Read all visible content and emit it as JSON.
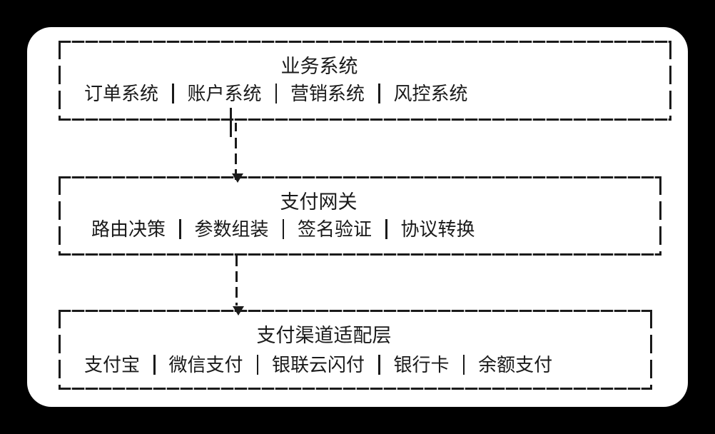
{
  "diagram": {
    "description": "payment-system-three-layer-architecture",
    "colors": {
      "background": "#000000",
      "card": "#ffffff",
      "ink": "#1a1a1a"
    },
    "layers": [
      {
        "title": "业务系统",
        "items": [
          "订单系统",
          "账户系统",
          "营销系统",
          "风控系统"
        ]
      },
      {
        "title": "支付网关",
        "items": [
          "路由决策",
          "参数组装",
          "签名验证",
          "协议转换"
        ]
      },
      {
        "title": "支付渠道适配层",
        "items": [
          "支付宝",
          "微信支付",
          "银联云闪付",
          "银行卡",
          "余额支付"
        ]
      }
    ]
  }
}
